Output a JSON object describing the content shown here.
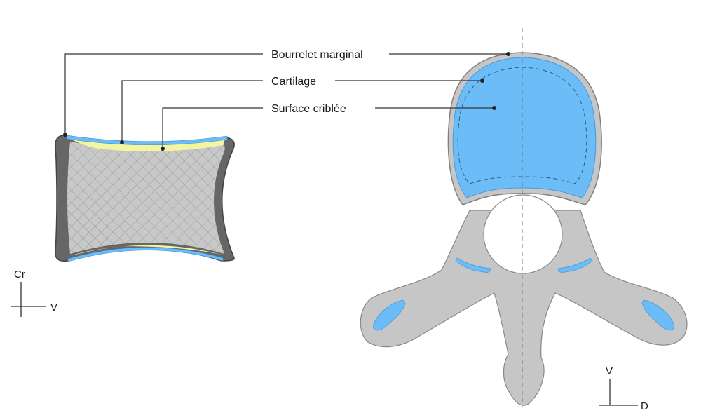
{
  "labels": {
    "bourrelet": "Bourrelet marginal",
    "cartilage": "Cartilage",
    "surface": "Surface criblée"
  },
  "axes_left": {
    "vertical": "Cr",
    "horizontal": "V"
  },
  "axes_right": {
    "vertical": "V",
    "horizontal": "D"
  },
  "colors": {
    "blue": "#6bbcf7",
    "yellow": "#f3f5a0",
    "dark_gray": "#666666",
    "bone_gray": "#c6c6c6",
    "hatch": "#b8b8b8"
  }
}
